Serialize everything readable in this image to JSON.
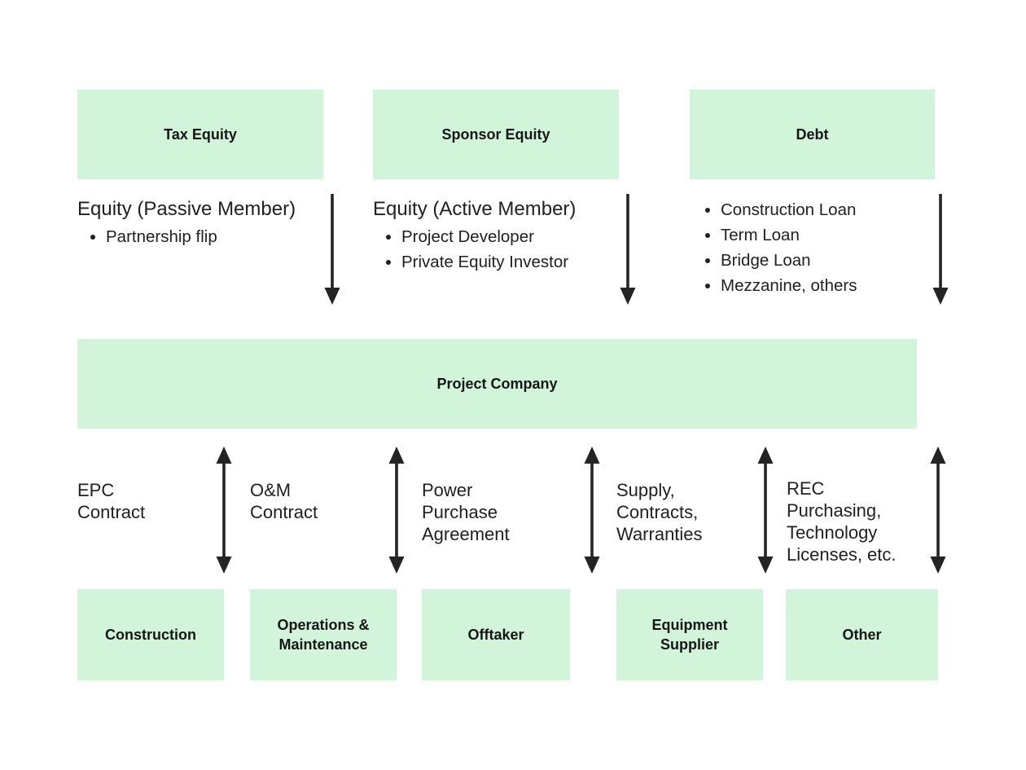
{
  "colors": {
    "box_green": "#d2f4da",
    "text": "#212121",
    "arrow": "#242424",
    "background": "#ffffff"
  },
  "funding_sources": [
    {
      "box_label": "Tax Equity",
      "heading": "Equity (Passive Member)",
      "bullets": [
        "Partnership flip"
      ]
    },
    {
      "box_label": "Sponsor Equity",
      "heading": "Equity (Active Member)",
      "bullets": [
        "Project Developer",
        "Private Equity Investor"
      ]
    },
    {
      "box_label": "Debt",
      "heading": "",
      "bullets": [
        "Construction Loan",
        "Term Loan",
        "Bridge Loan",
        "Mezzanine, others"
      ]
    }
  ],
  "project_company": {
    "label": "Project Company"
  },
  "contracts": [
    {
      "label": "EPC\nContract"
    },
    {
      "label": "O&M\nContract"
    },
    {
      "label": "Power\nPurchase\nAgreement"
    },
    {
      "label": "Supply,\nContracts,\nWarranties"
    },
    {
      "label": "REC\nPurchasing,\nTechnology\nLicenses, etc."
    }
  ],
  "counterparties": [
    {
      "box_label": "Construction"
    },
    {
      "box_label": "Operations &\nMaintenance"
    },
    {
      "box_label": "Offtaker"
    },
    {
      "box_label": "Equipment\nSupplier"
    },
    {
      "box_label": "Other"
    }
  ]
}
